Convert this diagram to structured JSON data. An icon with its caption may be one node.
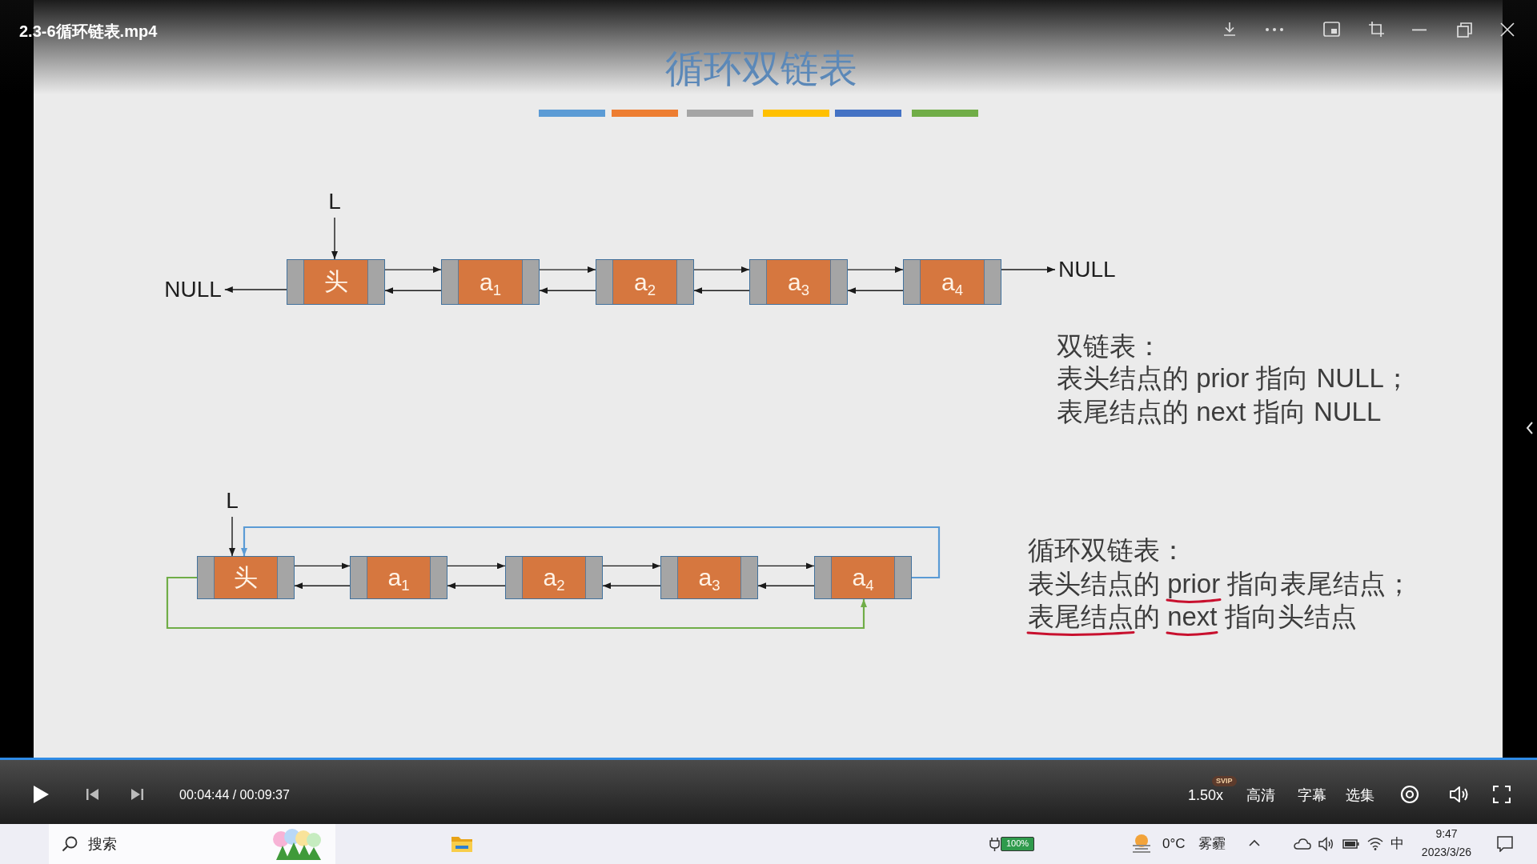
{
  "diagram": {
    "title": "循环双链表",
    "nodes": [
      {
        "text": [
          "L"
        ]
      },
      {
        "text": [
          "NULL"
        ]
      },
      {
        "text": [
          "头"
        ]
      },
      {
        "text": [
          "a$_{1}$"
        ]
      },
      {
        "text": [
          "a$_{2}$"
        ]
      },
      {
        "text": [
          "a$_{3}$"
        ]
      },
      {
        "text": [
          "a$_{4}$"
        ]
      },
      {
        "text": [
          "NULL"
        ]
      },
      {
        "text": [
          "L"
        ]
      },
      {
        "text": [
          "头"
        ]
      },
      {
        "text": [
          "a$_{1}$"
        ]
      },
      {
        "text": [
          "a$_{2}$"
        ]
      },
      {
        "text": [
          "a$_{3}$"
        ]
      },
      {
        "text": [
          "a$_{4}$"
        ]
      }
    ],
    "edges": [
      {
        "from": 0,
        "to": 2,
        "arrow": "to"
      },
      {
        "from": 2,
        "to": 1,
        "arrow": "to"
      },
      {
        "from": 2,
        "to": 3,
        "arrow": "to"
      },
      {
        "from": 3,
        "to": 2,
        "arrow": "to"
      },
      {
        "from": 3,
        "to": 4,
        "arrow": "to"
      },
      {
        "from": 4,
        "to": 3,
        "arrow": "to"
      },
      {
        "from": 4,
        "to": 5,
        "arrow": "to"
      },
      {
        "from": 5,
        "to": 4,
        "arrow": "to"
      },
      {
        "from": 5,
        "to": 6,
        "arrow": "to"
      },
      {
        "from": 6,
        "to": 5,
        "arrow": "to"
      },
      {
        "from": 6,
        "to": 7,
        "arrow": "to"
      },
      {
        "from": 8,
        "to": 9,
        "arrow": "to"
      },
      {
        "from": 9,
        "to": 10,
        "arrow": "to"
      },
      {
        "from": 10,
        "to": 9,
        "arrow": "to"
      },
      {
        "from": 10,
        "to": 11,
        "arrow": "to"
      },
      {
        "from": 11,
        "to": 10,
        "arrow": "to"
      },
      {
        "from": 11,
        "to": 12,
        "arrow": "to"
      },
      {
        "from": 12,
        "to": 11,
        "arrow": "to"
      },
      {
        "from": 12,
        "to": 13,
        "arrow": "to"
      },
      {
        "from": 13,
        "to": 12,
        "arrow": "to"
      },
      {
        "from": 13,
        "to": 9,
        "arrow": "to",
        "color": "#5b9bd5"
      },
      {
        "from": 9,
        "to": 13,
        "arrow": "to",
        "color": "#70ad47"
      }
    ],
    "labels": [
      "2.3-6循环链表.mp4",
      "双链表：",
      "表头结点的 prior 指向 NULL；",
      "表尾结点的 next 指向 NULL",
      "循环双链表：",
      "表头结点的 prior 指向表尾结点；",
      "表尾结点的 next 指向头结点",
      "00:04:44 / 00:09:37",
      "SVIP",
      "1.50x",
      "高清",
      "字幕",
      "选集",
      "搜索",
      "100%",
      "0°C",
      "雾霾",
      "中",
      "9:47",
      "2023/3/26"
    ]
  }
}
